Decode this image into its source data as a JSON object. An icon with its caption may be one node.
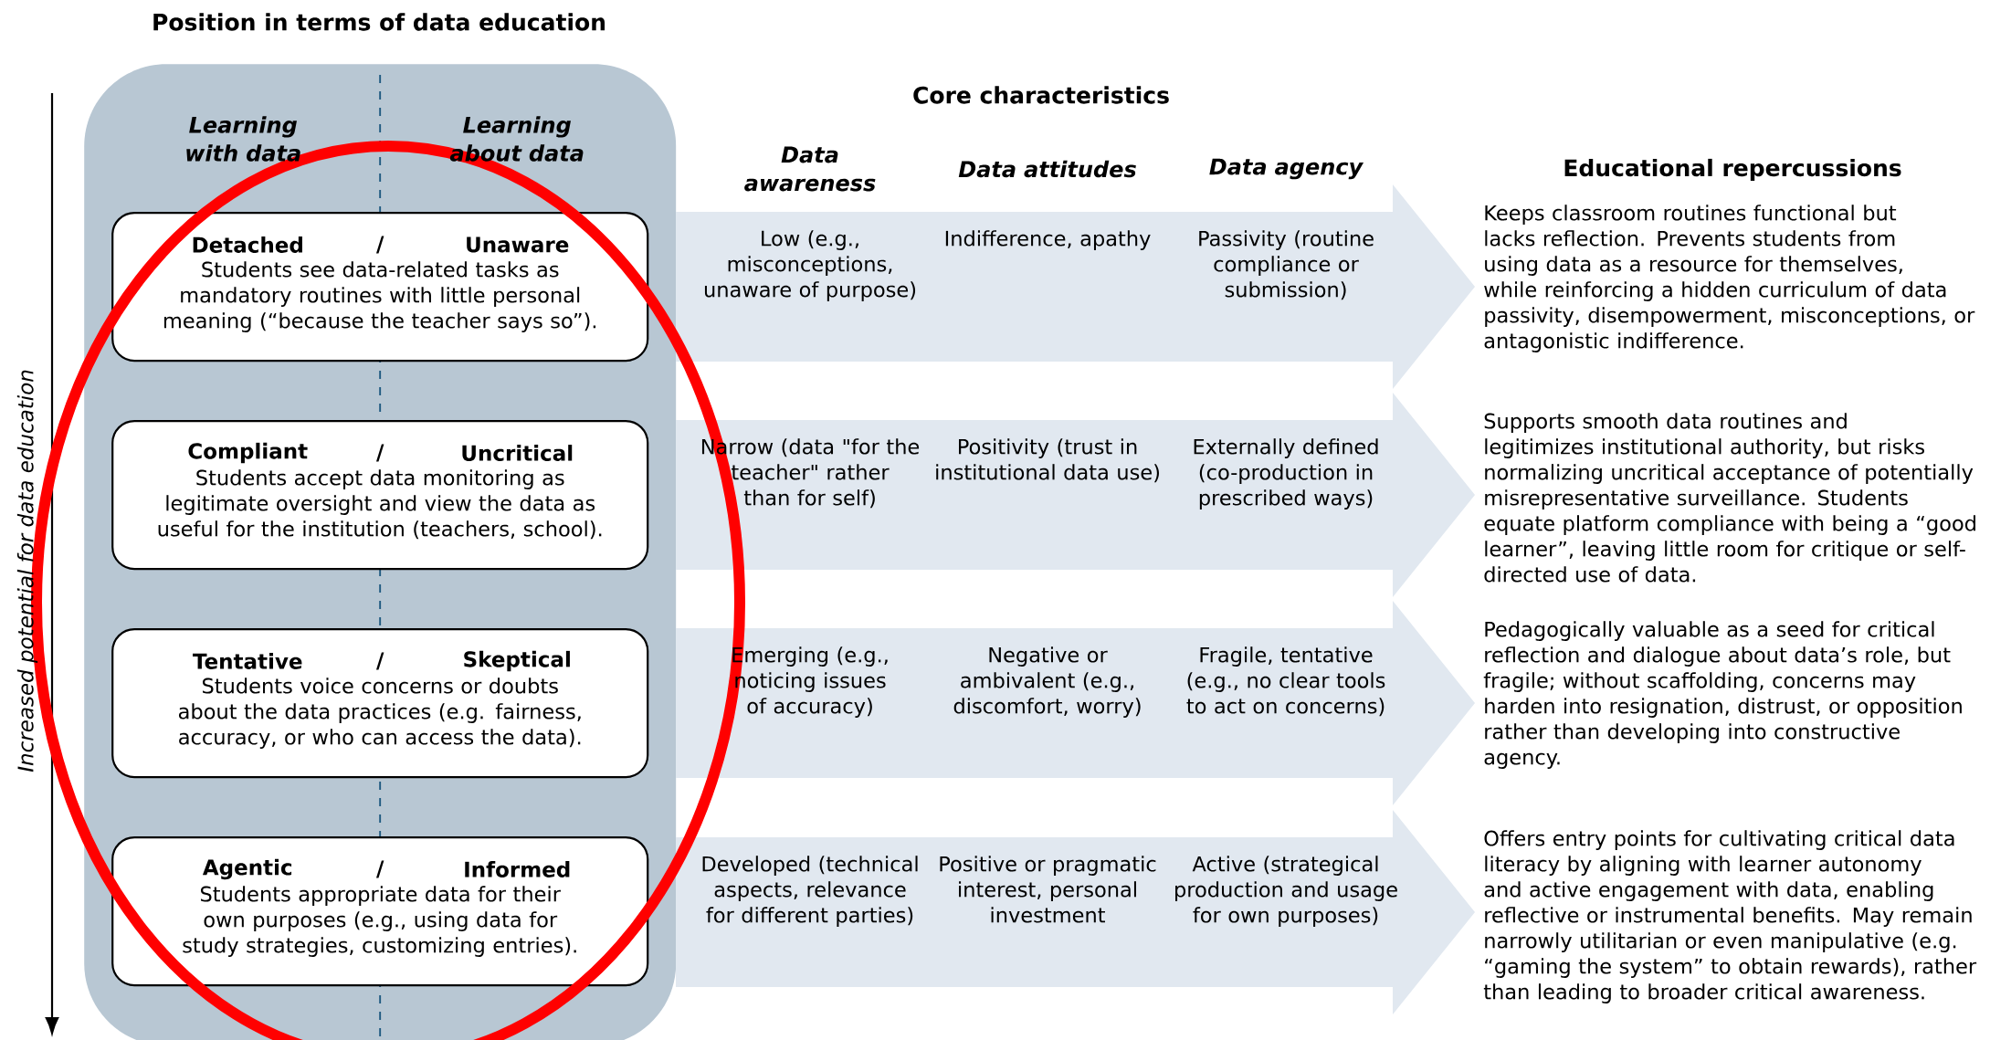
{
  "diagram": {
    "title": "Position in terms of data education",
    "nodes": [
      {
        "text": [
          "Learning with data",
          "Learning about data"
        ]
      },
      {
        "text": [
          "Detached",
          "/",
          "Unaware",
          "Students see data-related tasks as mandatory routines with little personal meaning (“because the teacher says so”)."
        ],
        "in": 0
      },
      {
        "text": [
          "Compliant",
          "/",
          "Uncritical",
          "Students accept data monitoring as legitimate oversight and view the data as useful for the institution (teachers, school)."
        ],
        "in": 0
      },
      {
        "text": [
          "Tentative",
          "/",
          "Skeptical",
          "Students voice concerns or doubts about the data practices (e.g. fairness, accuracy, or who can access the data)."
        ],
        "in": 0
      },
      {
        "text": [
          "Agentic",
          "/",
          "Informed",
          "Students appropriate data for their own purposes (e.g., using data for study strategies, customizing entries)."
        ],
        "in": 0
      },
      {
        "text": [
          "Low (e.g., misconceptions, unaware of purpose)",
          "Indifference, apathy",
          "Passivity (routine compliance or submission)"
        ],
        "beside": [
          "Keeps classroom routines functional but lacks reflection. Prevents students from using data as a resource for themselves, while reinforcing a hidden curriculum of data passivity, disempowerment, misconceptions, or antagonistic indifference."
        ]
      },
      {
        "text": [
          "Narrow (data \"for the teacher\" rather than for self)",
          "Positivity (trust in institutional data use)",
          "Externally defined (co-production in prescribed ways)"
        ],
        "beside": [
          "Supports smooth data routines and legitimizes institutional authority, but risks normalizing uncritical acceptance of potentially misrepresentative surveillance. Students equate platform compliance with being a “good learner”, leaving little room for critique or self-directed use of data."
        ]
      },
      {
        "text": [
          "Emerging (e.g., noticing issues of accuracy)",
          "Negative or ambivalent (e.g., discomfort, worry)",
          "Fragile, tentative (e.g., no clear tools to act on concerns)"
        ],
        "beside": [
          "Pedagogically valuable as a seed for critical reflection and dialogue about data’s role, but fragile; without scaffolding, concerns may harden into resignation, distrust, or opposition rather than developing into constructive agency."
        ]
      },
      {
        "text": [
          "Developed (technical aspects, relevance for different parties)",
          "Positive or pragmatic interest, personal investment",
          "Active (strategical production and usage for own purposes)"
        ],
        "beside": [
          "Offers entry points for cultivating critical data literacy by aligning with learner autonomy and active engagement with data, enabling reflective or instrumental benefits. May remain narrowly utilitarian or even manipulative (e.g. “gaming the system” to obtain rewards), rather than leading to broader critical awareness."
        ]
      }
    ],
    "labels": [
      "Increased potential for data education",
      "Core characteristics",
      "Data awareness",
      "Data attitudes",
      "Data agency",
      "Educational repercussions"
    ]
  }
}
